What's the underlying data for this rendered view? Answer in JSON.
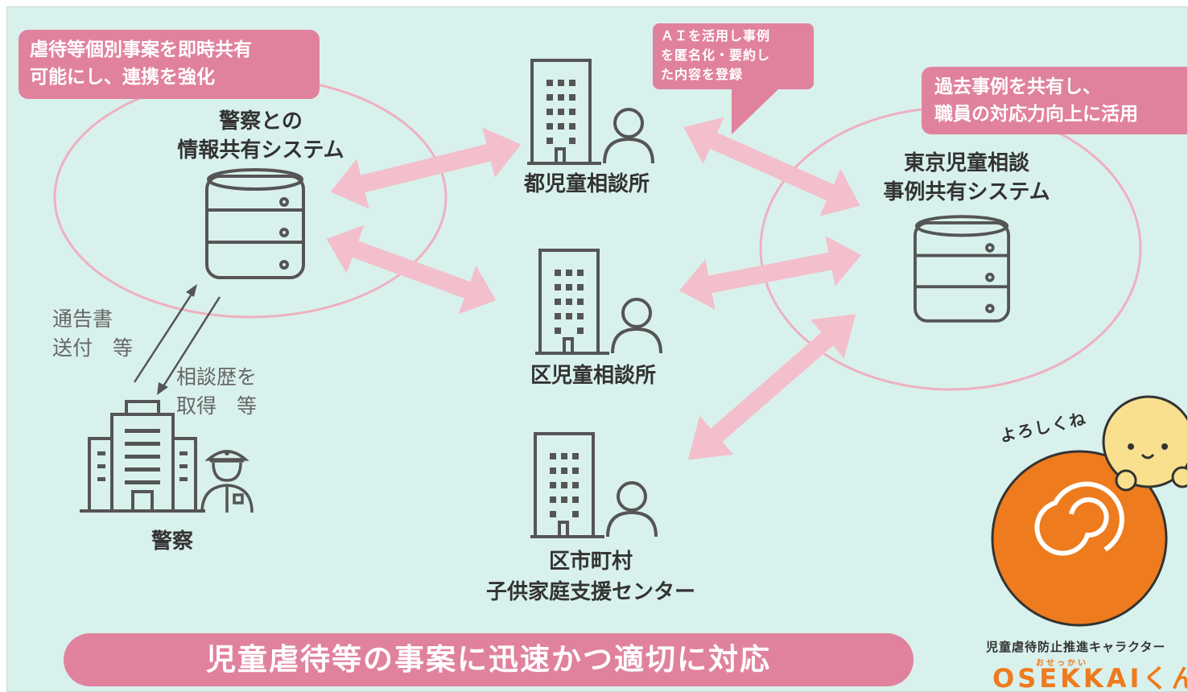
{
  "callouts": {
    "police_sharing": "虐待等個別事案を即時共有\n可能にし、連携を強化",
    "ai": "ＡＩを活用し事例\nを匿名化・要約し\nた内容を登録",
    "past_cases": "過去事例を共有し、\n職員の対応力向上に活用"
  },
  "nodes": {
    "police_system": "警察との\n情報共有システム",
    "metro_center": "都児童相談所",
    "ward_center": "区児童相談所",
    "municipal_center": "区市町村\n子供家庭支援センター",
    "tokyo_system": "東京児童相談\n事例共有システム",
    "police": "警察"
  },
  "flows": {
    "report_send": "通告書\n送付　等",
    "history_get": "相談歴を\n取得　等"
  },
  "banner": "児童虐待等の事案に迅速かつ適切に対応",
  "mascot": {
    "speech": "よろしくね",
    "caption": "児童虐待防止推進キャラクター",
    "ruby": "おせっかい",
    "name": "OSEKKAIくん"
  },
  "colors": {
    "background": "#d9f1ec",
    "accent_pink": "#e0829e",
    "arrow_pink": "#f3bfcc",
    "icon": "#555555",
    "mascot_orange": "#ee7b1e",
    "mascot_yellow": "#f8e08e"
  }
}
